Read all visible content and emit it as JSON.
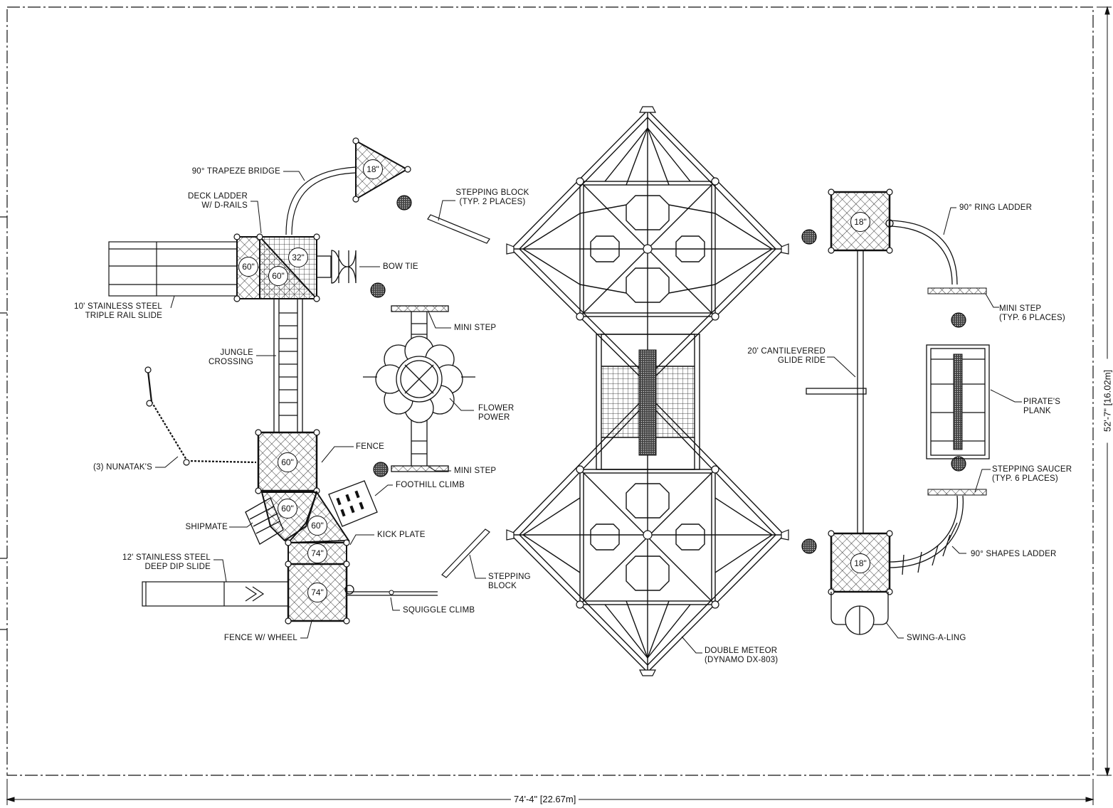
{
  "dimensions": {
    "width": "74'-4\" [22.67m]",
    "height": "52'-7\" [16.02m]"
  },
  "labels": {
    "trapeze_bridge": "90° TRAPEZE BRIDGE",
    "deck_ladder": "DECK LADDER\nW/ D-RAILS",
    "bow_tie": "BOW TIE",
    "triple_rail_slide": "10' STAINLESS STEEL\nTRIPLE RAIL SLIDE",
    "jungle_crossing": "JUNGLE\nCROSSING",
    "nunataks": "(3) NUNATAK'S",
    "fence": "FENCE",
    "foothill_climb": "FOOTHILL CLIMB",
    "shipmate": "SHIPMATE",
    "kick_plate": "KICK PLATE",
    "deep_dip_slide": "12' STAINLESS STEEL\nDEEP DIP SLIDE",
    "squiggle_climb": "SQUIGGLE CLIMB",
    "fence_wheel": "FENCE W/ WHEEL",
    "stepping_block_2": "STEPPING BLOCK\n(TYP. 2 PLACES)",
    "mini_step_top": "MINI STEP",
    "flower_power": "FLOWER\nPOWER",
    "mini_step_bottom": "MINI STEP",
    "stepping_block": "STEPPING\nBLOCK",
    "double_meteor": "DOUBLE METEOR\n(DYNAMO DX-803)",
    "ring_ladder": "90° RING LADDER",
    "mini_step_6": "MINI STEP\n(TYP. 6 PLACES)",
    "glide_ride": "20' CANTILEVERED\nGLIDE RIDE",
    "pirates_plank": "PIRATE'S\nPLANK",
    "stepping_saucer": "STEPPING SAUCER\n(TYP. 6 PLACES)",
    "shapes_ladder": "90° SHAPES LADDER",
    "swing_a_ling": "SWING-A-LING"
  },
  "deck_heights": {
    "trapeze_deck": "18\"",
    "deck_32": "32\"",
    "deck_60_left": "60\"",
    "deck_60_mid": "60\"",
    "deck_60_fence": "60\"",
    "deck_60_ship": "60\"",
    "deck_60_foothill": "60\"",
    "deck_74_upper": "74\"",
    "deck_74_lower": "74\"",
    "right_deck_top": "18\"",
    "right_deck_bottom": "18\""
  }
}
